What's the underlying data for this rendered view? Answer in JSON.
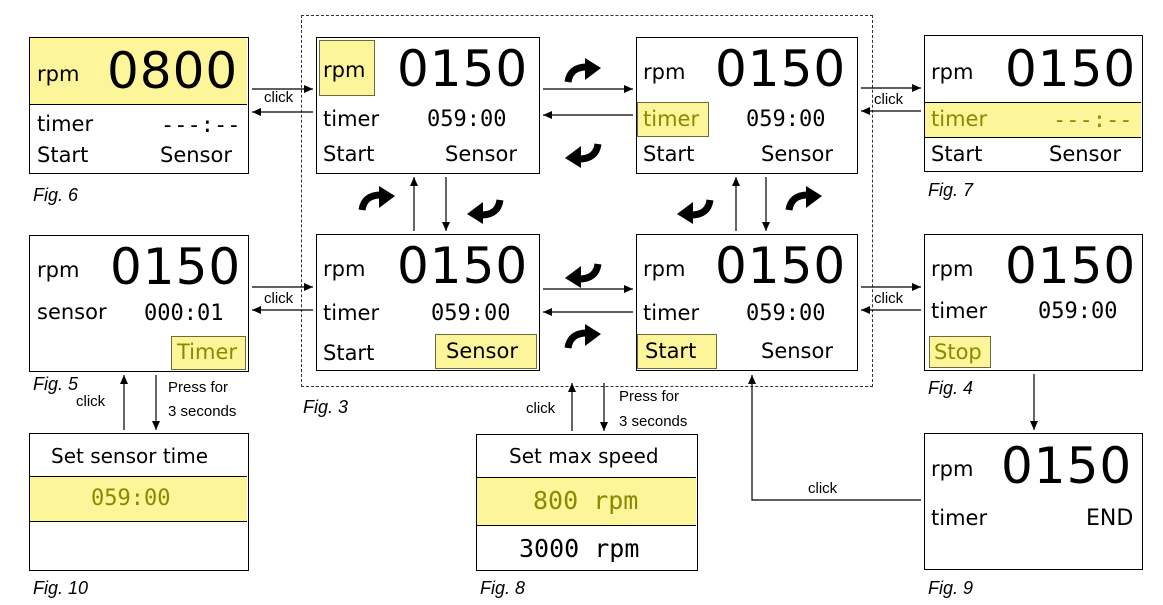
{
  "common": {
    "rpm": "rpm",
    "timer": "timer",
    "sensor": "sensor",
    "start": "Start",
    "sensor_cap": "Sensor",
    "stop": "Stop",
    "timer_btn": "Timer",
    "speed150": "0150",
    "speed800": "0800",
    "time_main": "059:00",
    "time_empty": "---:--",
    "time_sensor": "000:01",
    "end": "END",
    "click": "click",
    "press1": "Press for",
    "press2": "3 seconds"
  },
  "figs": {
    "f3": "Fig. 3",
    "f4": "Fig. 4",
    "f5": "Fig. 5",
    "f6": "Fig. 6",
    "f7": "Fig. 7",
    "f8": "Fig. 8",
    "f9": "Fig. 9",
    "f10": "Fig. 10"
  },
  "fig8": {
    "title": "Set max speed",
    "opt1": "800 rpm",
    "opt2": "3000 rpm"
  },
  "fig10": {
    "title": "Set sensor time",
    "value": "059:00"
  },
  "colors": {
    "highlight": "#fdf59a",
    "olive_text": "#8a8a00"
  }
}
